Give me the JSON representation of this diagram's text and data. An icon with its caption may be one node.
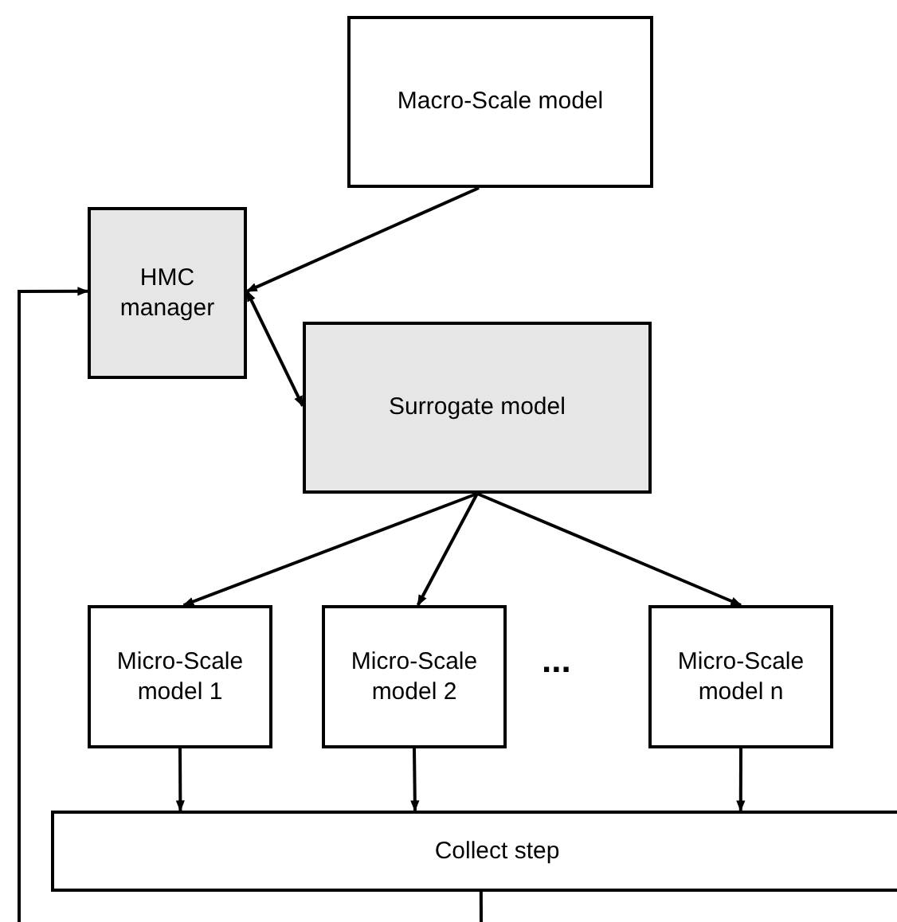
{
  "diagram": {
    "nodes": [
      {
        "text": [
          "Macro-Scale model"
        ]
      },
      {
        "text": [
          "HMC manager"
        ]
      },
      {
        "text": [
          "Surrogate model"
        ]
      },
      {
        "text": [
          "Micro-Scale model 1"
        ]
      },
      {
        "text": [
          "Micro-Scale model 2"
        ]
      },
      {
        "text": [
          "Micro-Scale model n"
        ]
      },
      {
        "text": [
          "Collect step"
        ]
      }
    ],
    "edges": [
      {
        "from": 0,
        "to": 1,
        "arrow": "to"
      },
      {
        "from": 1,
        "to": 2,
        "arrow": "both"
      },
      {
        "from": 2,
        "to": 3,
        "arrow": "to"
      },
      {
        "from": 2,
        "to": 4,
        "arrow": "to"
      },
      {
        "from": 2,
        "to": 5,
        "arrow": "to"
      },
      {
        "from": 3,
        "to": 6,
        "arrow": "to"
      },
      {
        "from": 4,
        "to": 6,
        "arrow": "to"
      },
      {
        "from": 5,
        "to": 6,
        "arrow": "to"
      },
      {
        "from": 6,
        "to": null,
        "arrow": "none"
      },
      {
        "from": null,
        "to": 1,
        "arrow": "to"
      }
    ],
    "labels": [
      "..."
    ]
  }
}
